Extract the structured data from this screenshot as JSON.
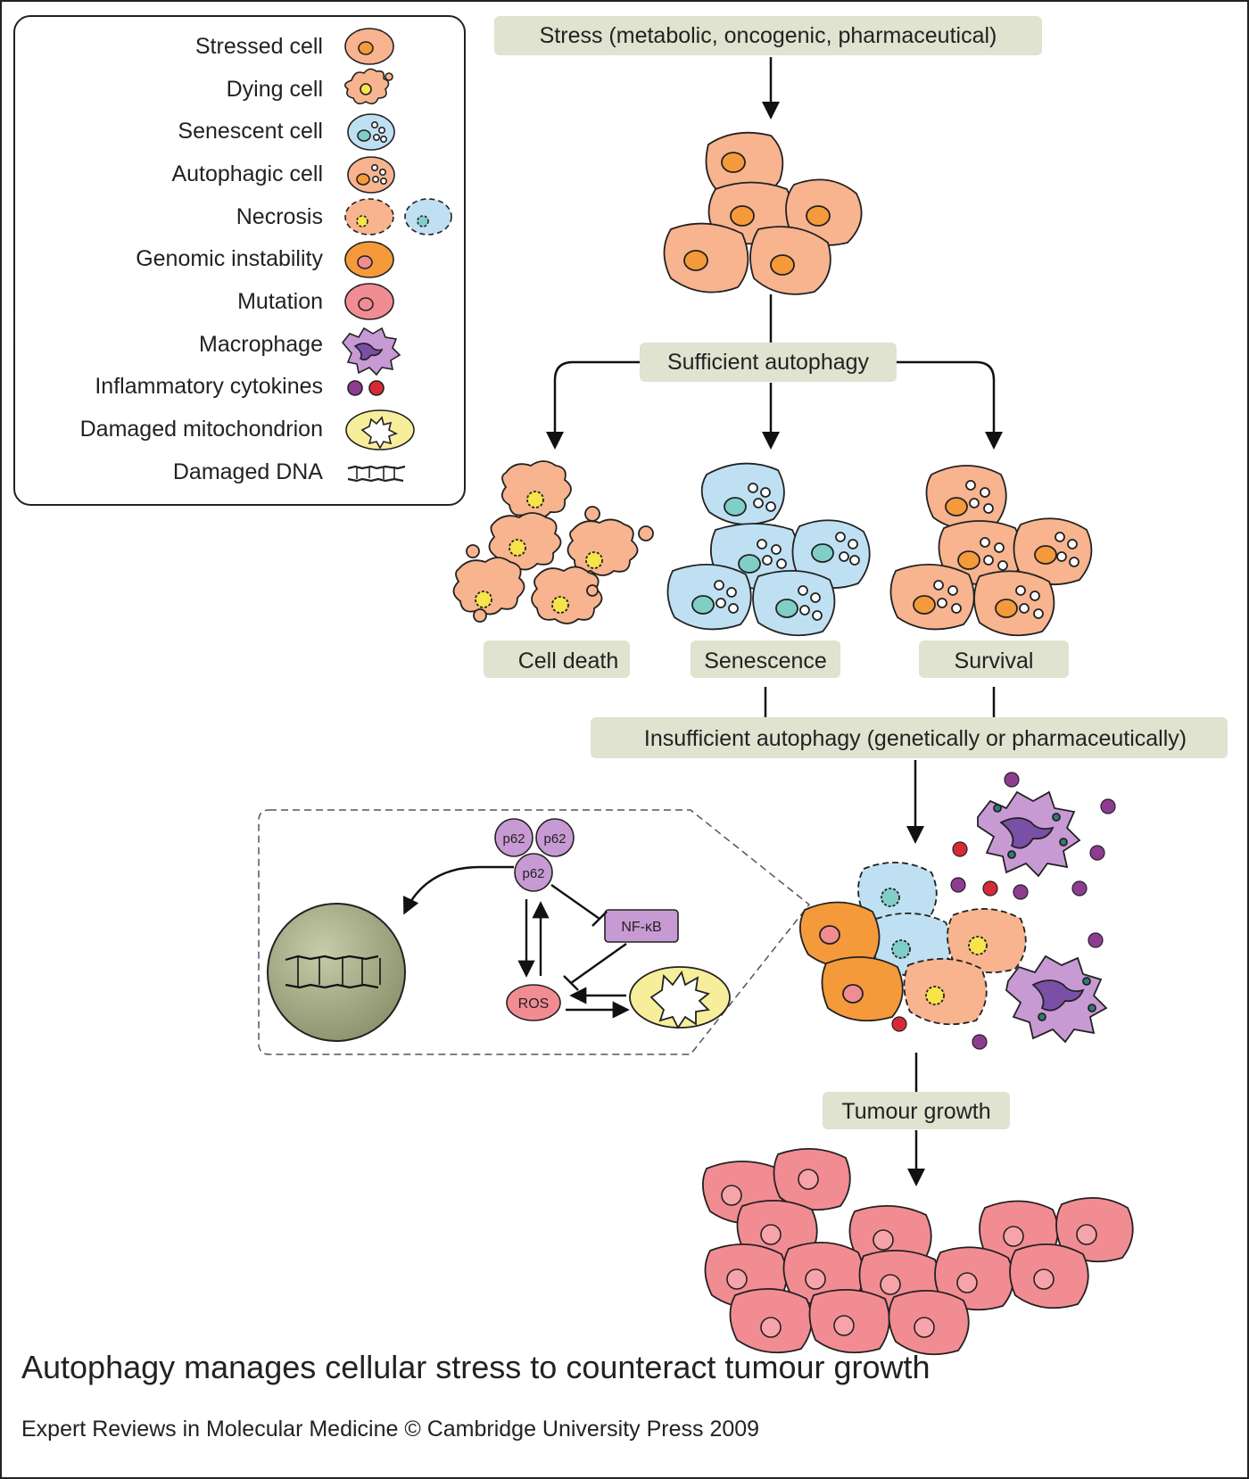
{
  "legend": {
    "items": [
      {
        "label": "Stressed cell",
        "icon": "stressed-cell-icon"
      },
      {
        "label": "Dying cell",
        "icon": "dying-cell-icon"
      },
      {
        "label": "Senescent cell",
        "icon": "senescent-cell-icon"
      },
      {
        "label": "Autophagic cell",
        "icon": "autophagic-cell-icon"
      },
      {
        "label": "Necrosis",
        "icon": "necrosis-icon"
      },
      {
        "label": "Genomic instability",
        "icon": "genomic-instability-icon"
      },
      {
        "label": "Mutation",
        "icon": "mutation-icon"
      },
      {
        "label": "Macrophage",
        "icon": "macrophage-icon"
      },
      {
        "label": "Inflammatory cytokines",
        "icon": "cytokines-icon"
      },
      {
        "label": "Damaged mitochondrion",
        "icon": "damaged-mitochondrion-icon"
      },
      {
        "label": "Damaged DNA",
        "icon": "damaged-dna-icon"
      }
    ]
  },
  "labels": {
    "stress": "Stress (metabolic, oncogenic, pharmaceutical)",
    "sufficient": "Sufficient autophagy",
    "cell_death": "Cell death",
    "senescence": "Senescence",
    "survival": "Survival",
    "insufficient": "Insufficient autophagy (genetically or pharmaceutically)",
    "tumour_growth": "Tumour growth"
  },
  "inset": {
    "p62": "p62",
    "nfkb": "NF-κB",
    "ros": "ROS"
  },
  "caption": "Autophagy manages cellular stress to counteract tumour growth",
  "credit": "Expert Reviews in Molecular Medicine © Cambridge University Press 2009",
  "colors": {
    "label_box": "#dfe3cf",
    "stressed": "#f7b48f",
    "senescent": "#bfe0f2",
    "genomic": "#f59a3a",
    "mutation": "#f28c93",
    "macrophage": "#c89ad4",
    "cytokine_purple": "#8e3c92",
    "cytokine_red": "#d82a36",
    "mitochondrion": "#f6ee9a",
    "nucleus_sphere": "#a7ad86"
  }
}
